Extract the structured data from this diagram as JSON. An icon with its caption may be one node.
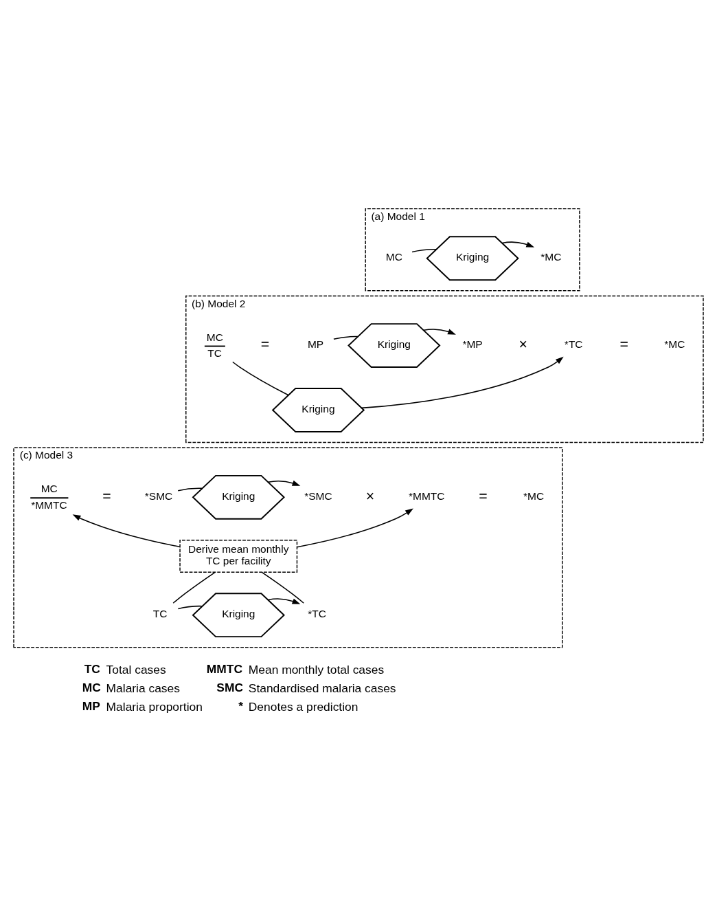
{
  "diagram": {
    "nodes": [
      {
        "text": [
          "(a) Model 1"
        ]
      },
      {
        "text": [
          "MC"
        ],
        "in": 0
      },
      {
        "text": [
          "Kriging"
        ],
        "in": 0
      },
      {
        "text": [
          "*MC"
        ],
        "in": 0
      },
      {
        "text": [
          "(b) Model 2"
        ]
      },
      {
        "text": [
          "MC",
          "TC"
        ],
        "in": 4
      },
      {
        "text": [
          "MP"
        ],
        "in": 4
      },
      {
        "text": [
          "Kriging"
        ],
        "in": 4
      },
      {
        "text": [
          "*MP"
        ],
        "in": 4
      },
      {
        "text": [
          "*TC"
        ],
        "in": 4
      },
      {
        "text": [
          "*MC"
        ],
        "in": 4
      },
      {
        "text": [
          "Kriging"
        ],
        "in": 4
      },
      {
        "text": [
          "(c) Model 3"
        ]
      },
      {
        "text": [
          "MC",
          "*MMTC"
        ],
        "in": 12
      },
      {
        "text": [
          "*SMC"
        ],
        "in": 12
      },
      {
        "text": [
          "Kriging"
        ],
        "in": 12
      },
      {
        "text": [
          "*SMC"
        ],
        "in": 12
      },
      {
        "text": [
          "*MMTC"
        ],
        "in": 12
      },
      {
        "text": [
          "*MC"
        ],
        "in": 12
      },
      {
        "text": [
          "Derive mean monthly TC per facility"
        ],
        "in": 12
      },
      {
        "text": [
          "TC"
        ],
        "in": 12
      },
      {
        "text": [
          "Kriging"
        ],
        "in": 12
      },
      {
        "text": [
          "*TC"
        ],
        "in": 12
      }
    ],
    "edges": [
      {
        "from": 1,
        "to": 2,
        "arrow": "none"
      },
      {
        "from": 2,
        "to": 3,
        "arrow": "to"
      },
      {
        "from": 6,
        "to": 7,
        "arrow": "none"
      },
      {
        "from": 7,
        "to": 8,
        "arrow": "to"
      },
      {
        "from": 5,
        "to": 11,
        "arrow": "none"
      },
      {
        "from": 11,
        "to": 9,
        "arrow": "to"
      },
      {
        "from": 14,
        "to": 15,
        "arrow": "none"
      },
      {
        "from": 15,
        "to": 16,
        "arrow": "to"
      },
      {
        "from": 19,
        "to": 13,
        "arrow": "to"
      },
      {
        "from": 19,
        "to": 17,
        "arrow": "to"
      },
      {
        "from": 20,
        "to": 19,
        "arrow": "none"
      },
      {
        "from": 22,
        "to": 19,
        "arrow": "none"
      },
      {
        "from": 20,
        "to": 21,
        "arrow": "none"
      },
      {
        "from": 21,
        "to": 22,
        "arrow": "to"
      }
    ],
    "labels": [
      "=",
      "×",
      "=",
      "=",
      "×",
      "=",
      "TC",
      "Total cases",
      "MMTC",
      "Mean monthly total cases",
      "MC",
      "Malaria cases",
      "SMC",
      "Standardised malaria cases",
      "MP",
      "Malaria proportion",
      "*",
      "Denotes a prediction"
    ]
  }
}
